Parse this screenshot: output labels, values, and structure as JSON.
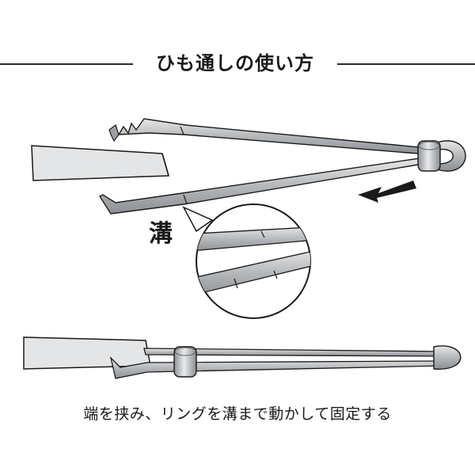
{
  "header": {
    "title": "ひも通しの使い方"
  },
  "callout": {
    "label": "溝"
  },
  "caption": {
    "text": "端を挟み、リングを溝まで動かして固定する"
  },
  "colors": {
    "metal": "#b9bcbf",
    "metal_dark": "#6f7377",
    "strap": "#d9dbdd",
    "ink": "#1a1a1a"
  }
}
